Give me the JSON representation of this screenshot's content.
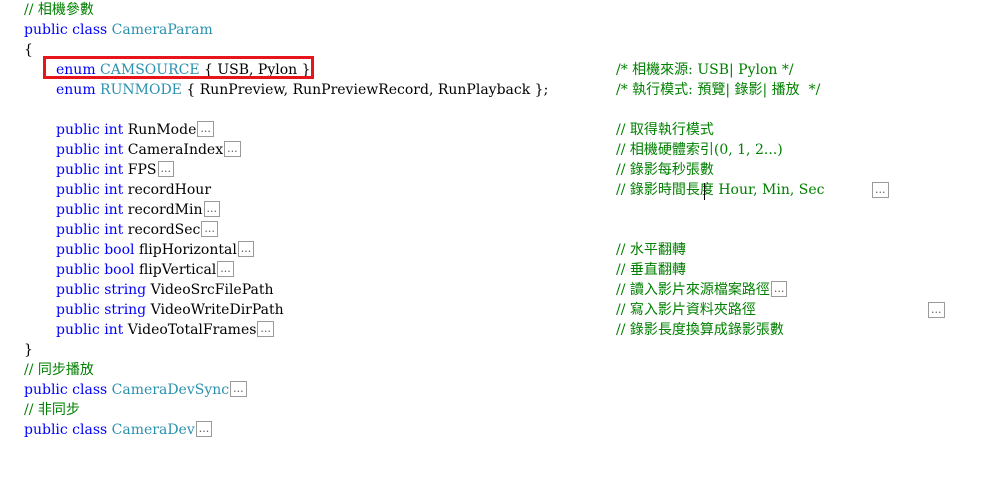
{
  "code": {
    "l1_comment": "// 相機參數",
    "l2_kw": "public class ",
    "l2_name": "CameraParam",
    "l3": "{",
    "l4_kw": "enum ",
    "l4_name": "CAMSOURCE",
    "l4_body": " { USB, Pylon };",
    "l4_comment": "/* 相機來源: USB| Pylon */",
    "l5_kw": "enum ",
    "l5_name": "RUNMODE",
    "l5_body": " { RunPreview, RunPreviewRecord, RunPlayback };",
    "l5_comment": "/* 執行模式: 預覽| 錄影| 播放  */",
    "members": [
      {
        "kw": "public ",
        "type": "int ",
        "name": "RunMode",
        "fold": "...",
        "comment": "// 取得執行模式"
      },
      {
        "kw": "public ",
        "type": "int ",
        "name": "CameraIndex",
        "fold": "...",
        "comment": "// 相機硬體索引(0, 1, 2...)"
      },
      {
        "kw": "public ",
        "type": "int ",
        "name": "FPS",
        "fold": "...",
        "comment": "// 錄影每秒張數"
      },
      {
        "kw": "public ",
        "type": "int ",
        "name": "recordHour",
        "fold": "",
        "comment": "// 錄影時間長度 Hour, Min, Sec",
        "tail_fold": "..."
      },
      {
        "kw": "public ",
        "type": "int ",
        "name": "recordMin",
        "fold": "...",
        "comment": ""
      },
      {
        "kw": "public ",
        "type": "int ",
        "name": "recordSec",
        "fold": "...",
        "comment": ""
      },
      {
        "kw": "public ",
        "type": "bool ",
        "name": "flipHorizontal",
        "fold": "...",
        "comment": "// 水平翻轉"
      },
      {
        "kw": "public ",
        "type": "bool ",
        "name": "flipVertical",
        "fold": "...",
        "comment": "// 垂直翻轉"
      },
      {
        "kw": "public ",
        "type": "string ",
        "name": "VideoSrcFilePath",
        "fold": "",
        "comment": "// 讀入影片來源檔案路徑",
        "comment_fold": "..."
      },
      {
        "kw": "public ",
        "type": "string ",
        "name": "VideoWriteDirPath",
        "fold": "",
        "comment": "// 寫入影片資料夾路徑",
        "tail_fold": "..."
      },
      {
        "kw": "public ",
        "type": "int ",
        "name": "VideoTotalFrames",
        "fold": "...",
        "comment": "// 錄影長度換算成錄影張數"
      }
    ],
    "l17": "}",
    "l18_comment": "// 同步播放",
    "l19_kw": "public class ",
    "l19_name": "CameraDevSync",
    "l19_fold": "...",
    "l20_comment": "// 非同步",
    "l21_kw": "public class ",
    "l21_name": "CameraDev",
    "l21_fold": "..."
  },
  "colors": {
    "keyword": "#0000ff",
    "type_name": "#2b91af",
    "comment": "#008000",
    "highlight_box": "#e8141b"
  }
}
